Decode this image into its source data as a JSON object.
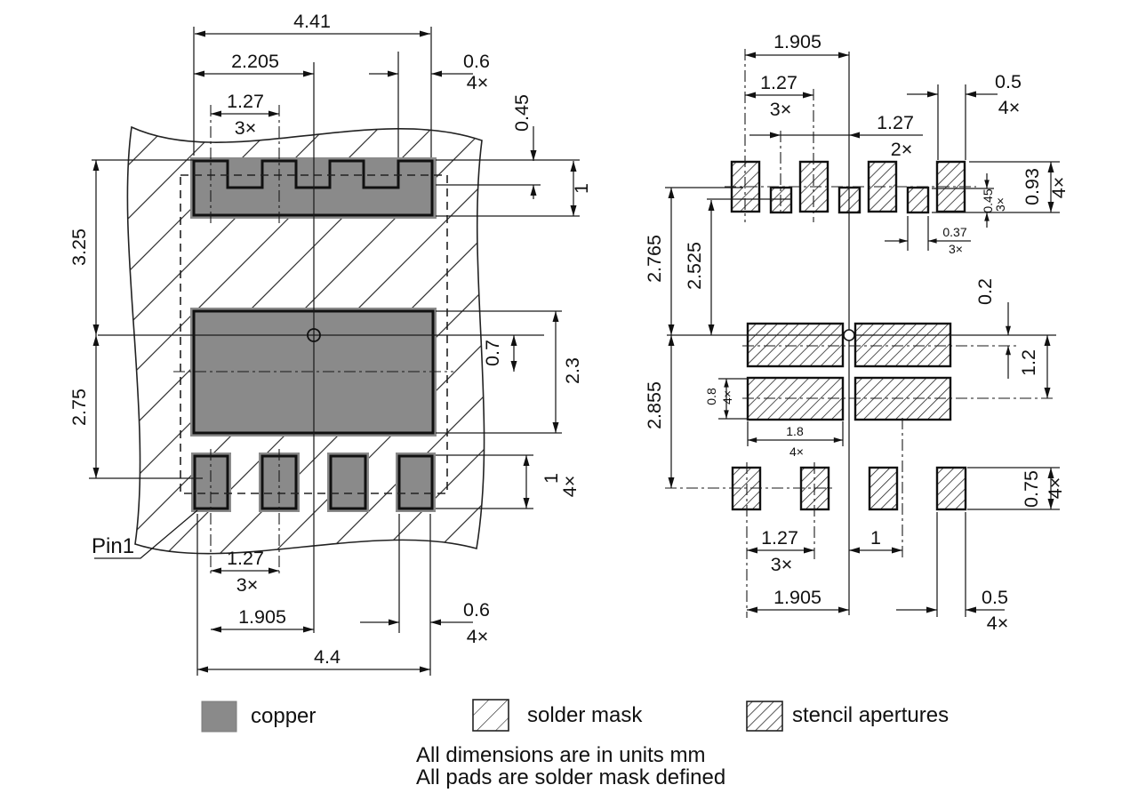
{
  "left": {
    "pin1_label": "Pin1",
    "mask_width": {
      "v": "4.41"
    },
    "half_width": {
      "v": "2.205"
    },
    "top_pitch": {
      "v": "1.27",
      "n": "3×"
    },
    "top_notch_width": {
      "v": "0.6",
      "n": "4×"
    },
    "mask_overhang": {
      "v": "0.45"
    },
    "top_band_height": {
      "v": "1"
    },
    "upper_height": {
      "v": "3.25"
    },
    "lower_height": {
      "v": "2.75"
    },
    "center_offset": {
      "v": "0.7"
    },
    "center_pad_height": {
      "v": "2.3"
    },
    "pad_height": {
      "v": "1",
      "n": "4×"
    },
    "bottom_pitch": {
      "v": "1.27",
      "n": "3×"
    },
    "half_span": {
      "v": "1.905"
    },
    "pad_width": {
      "v": "0.6",
      "n": "4×"
    },
    "copper_width": {
      "v": "4.4"
    }
  },
  "right": {
    "top_span": {
      "v": "1.905"
    },
    "top_pitch": {
      "v": "1.27",
      "n": "3×"
    },
    "top_aperture_width": {
      "v": "0.5",
      "n": "4×"
    },
    "small_pitch": {
      "v": "1.27",
      "n": "2×"
    },
    "top_aperture_height": {
      "v": "0.93",
      "n": "4×"
    },
    "small_aperture_height": {
      "v": "0.45",
      "n": "3×"
    },
    "small_aperture_width": {
      "v": "0.37",
      "n": "3×"
    },
    "upper_offset_outer": {
      "v": "2.765"
    },
    "upper_offset_inner": {
      "v": "2.525"
    },
    "center_gap": {
      "v": "0.2"
    },
    "mid_row_offset": {
      "v": "1.2"
    },
    "lower_offset": {
      "v": "2.855"
    },
    "mid_aperture_height": {
      "v": "0.8",
      "n": "4×"
    },
    "mid_aperture_width": {
      "v": "1.8",
      "n": "4×"
    },
    "bottom_aperture_height": {
      "v": "0.75",
      "n": "4×"
    },
    "bottom_pitch": {
      "v": "1.27",
      "n": "3×"
    },
    "center_col_offset": {
      "v": "1"
    },
    "bottom_span": {
      "v": "1.905"
    },
    "bottom_aperture_width": {
      "v": "0.5",
      "n": "4×"
    }
  },
  "legend": {
    "copper": "copper",
    "solder_mask": "solder mask",
    "stencil": "stencil apertures"
  },
  "notes": {
    "units": "All dimensions are in units mm",
    "mask_defined": "All pads are solder mask defined"
  },
  "colors": {
    "copper": "#8a8a8a",
    "line": "#1a1a1a"
  }
}
